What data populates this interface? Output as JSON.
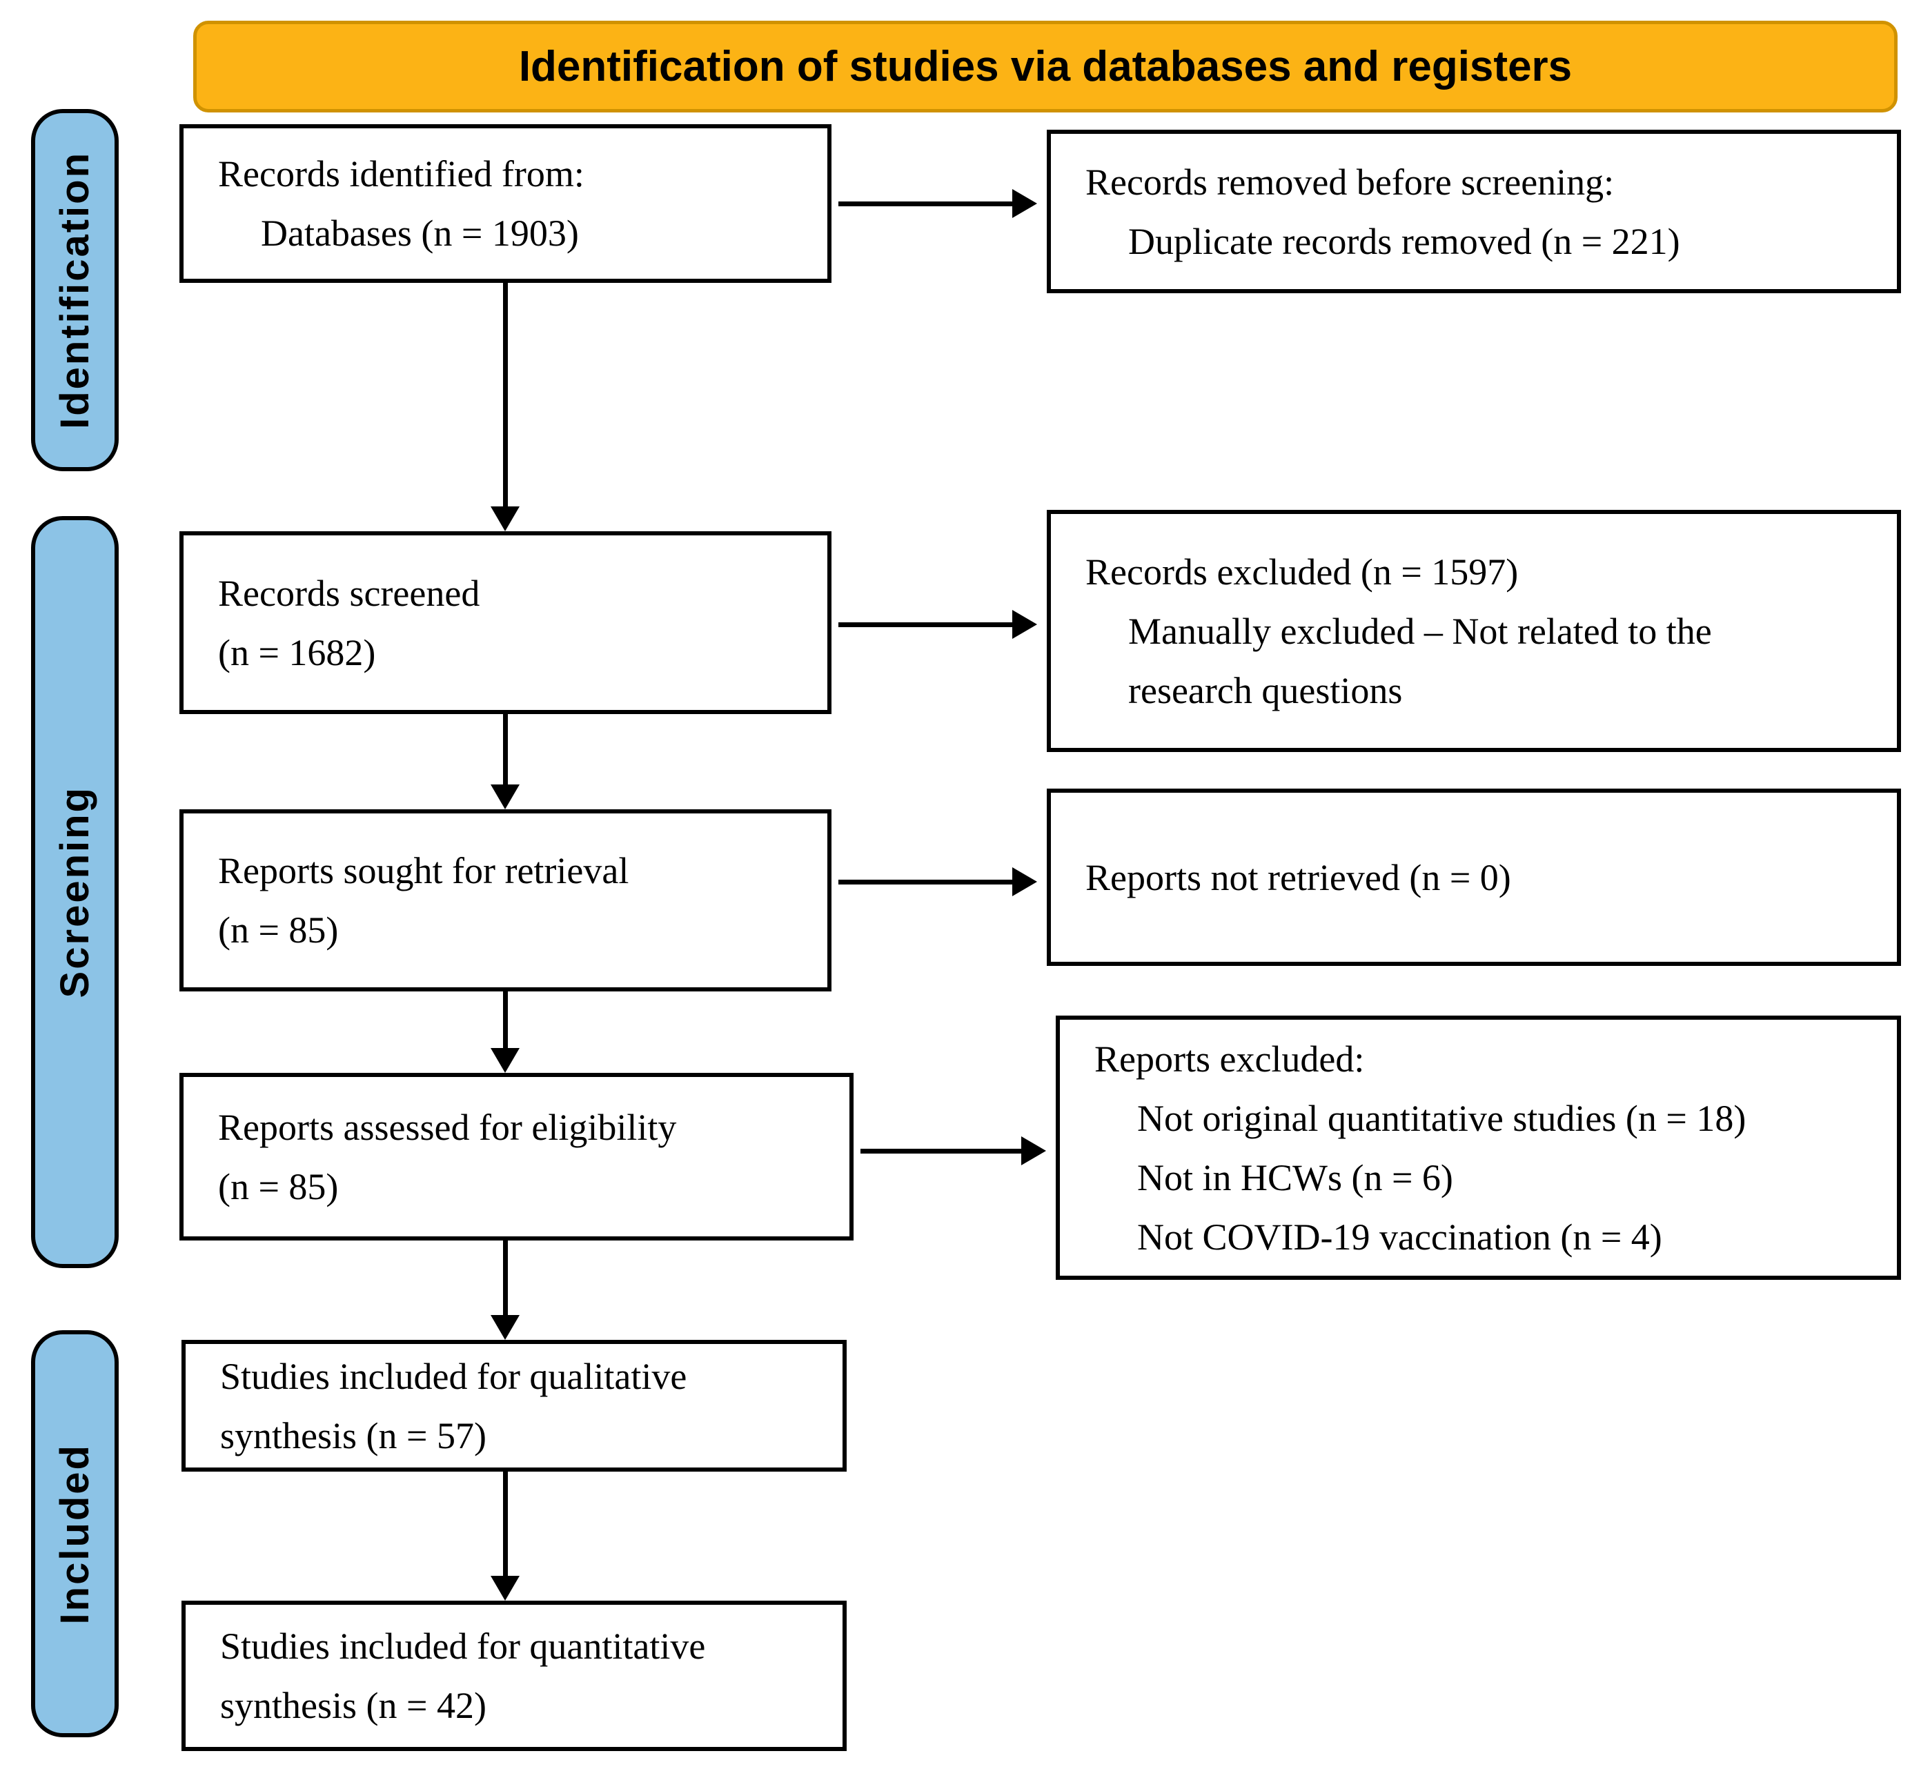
{
  "header": {
    "title": "Identification of studies via databases and registers"
  },
  "colors": {
    "banner_fill": "#FCB315",
    "banner_border": "#D09200",
    "stage_fill": "#8CC3E6",
    "box_border": "#000000",
    "text": "#000000"
  },
  "stages": {
    "identification": "Identification",
    "screening": "Screening",
    "included": "Included"
  },
  "boxes": {
    "records_identified": {
      "lines": [
        "Records identified from:",
        "Databases (n = 1903)"
      ]
    },
    "records_removed": {
      "lines": [
        "Records removed before screening:",
        "Duplicate records removed (n = 221)"
      ]
    },
    "records_screened": {
      "lines": [
        "Records screened",
        "(n = 1682)"
      ]
    },
    "records_excluded": {
      "lines": [
        "Records excluded (n = 1597)",
        "Manually excluded – Not related to the",
        "research questions"
      ]
    },
    "reports_sought": {
      "lines": [
        "Reports sought for retrieval",
        "(n = 85)"
      ]
    },
    "reports_not_retrieved": {
      "lines": [
        "Reports not retrieved (n = 0)"
      ]
    },
    "reports_assessed": {
      "lines": [
        "Reports assessed for eligibility",
        "(n = 85)"
      ]
    },
    "reports_excluded": {
      "lines": [
        "Reports excluded:",
        "Not original quantitative studies (n = 18)",
        "Not in HCWs (n = 6)",
        "Not COVID-19 vaccination (n = 4)"
      ]
    },
    "qualitative_synthesis": {
      "lines": [
        "Studies included for qualitative",
        "synthesis (n = 57)"
      ]
    },
    "quantitative_synthesis": {
      "lines": [
        "Studies included for quantitative",
        "synthesis (n = 42)"
      ]
    }
  }
}
